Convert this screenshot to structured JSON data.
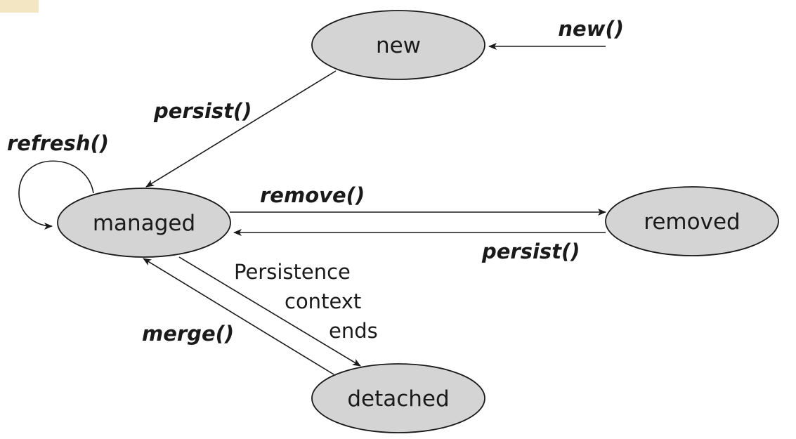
{
  "states": {
    "new": "new",
    "managed": "managed",
    "removed": "removed",
    "detached": "detached"
  },
  "transitions": {
    "new_call": "new()",
    "persist_from_new": "persist()",
    "refresh": "refresh()",
    "remove": "remove()",
    "persist_from_removed": "persist()",
    "merge": "merge()",
    "context_ends": [
      "Persistence",
      "context",
      "ends"
    ]
  },
  "colors": {
    "node_fill": "#d4d4d4",
    "stroke": "#1a1a1a",
    "corner_accent": "#f3e6c2"
  }
}
